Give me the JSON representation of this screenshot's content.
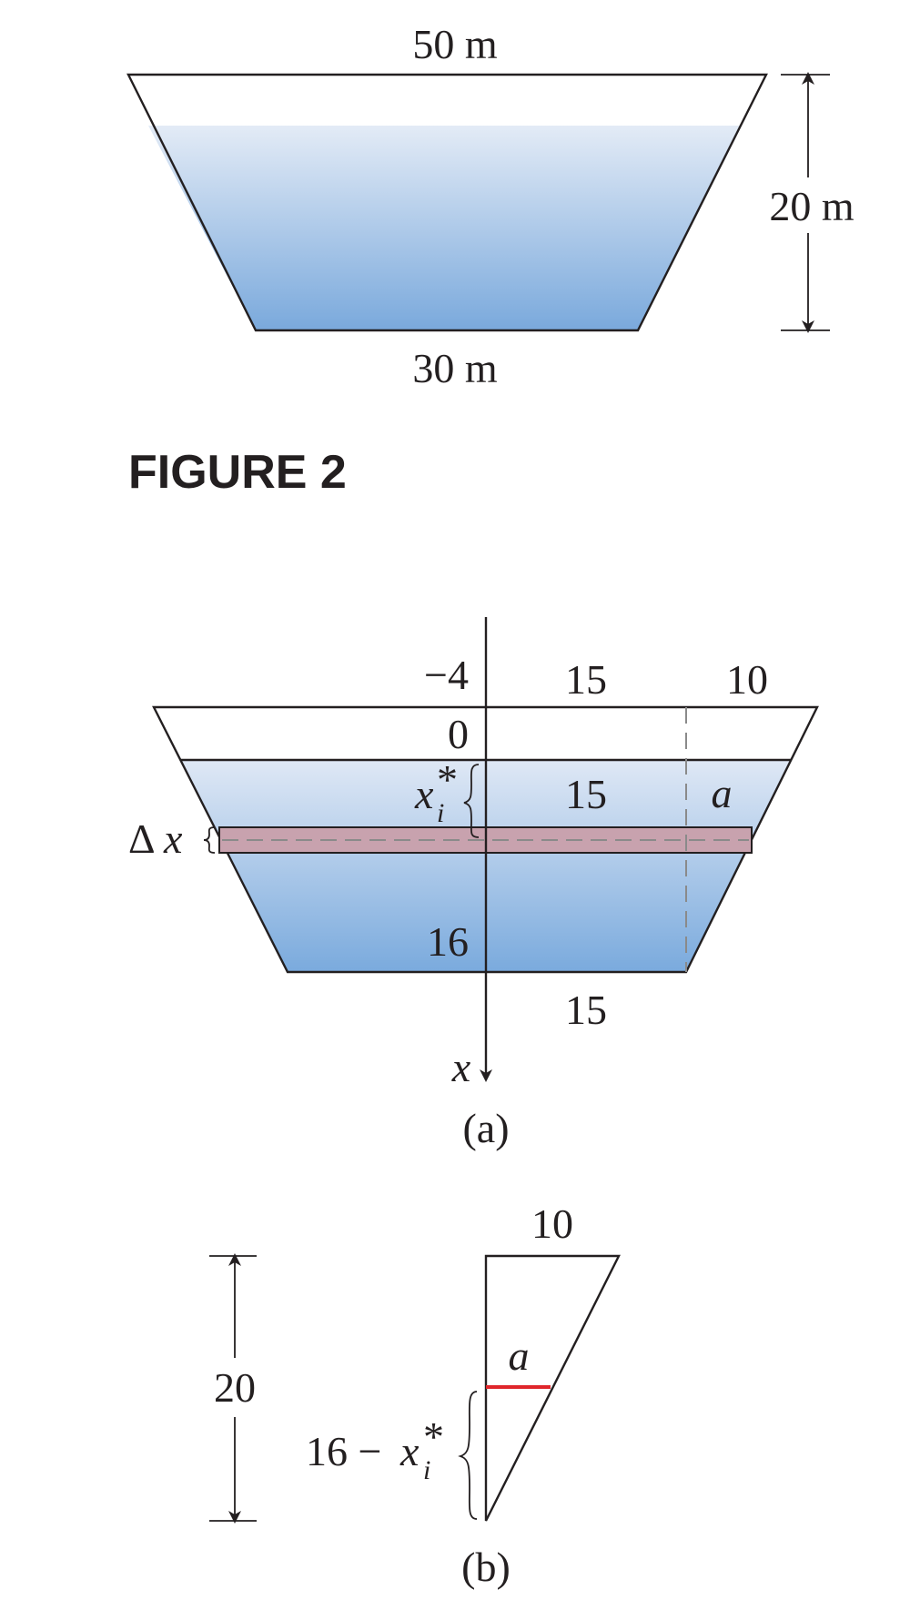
{
  "figure2": {
    "caption": "FIGURE 2",
    "top_label": "50 m",
    "bottom_label": "30 m",
    "height_label": "20 m",
    "water_gradient": [
      "#e3ebf6",
      "#7aa9dc"
    ]
  },
  "panel_a": {
    "caption": "(a)",
    "top_minus4": "−4",
    "top_15": "15",
    "top_10": "10",
    "zero": "0",
    "xi_base": "x",
    "xi_sub": "i",
    "xi_star": "*",
    "mid_15": "15",
    "mid_a": "a",
    "dx_delta": "Δ",
    "dx_x": "x",
    "label_16": "16",
    "bottom_15": "15",
    "axis_x": "x",
    "strip_color": "#c8a2ae",
    "water_gradient": [
      "#dfe8f5",
      "#7aaadd"
    ]
  },
  "panel_b": {
    "caption": "(b)",
    "top_10": "10",
    "height_20": "20",
    "label_a": "a",
    "expr_prefix": "16 − ",
    "expr_x": "x",
    "expr_sub": "i",
    "expr_star": "*",
    "red_segment_color": "#e0262b"
  }
}
